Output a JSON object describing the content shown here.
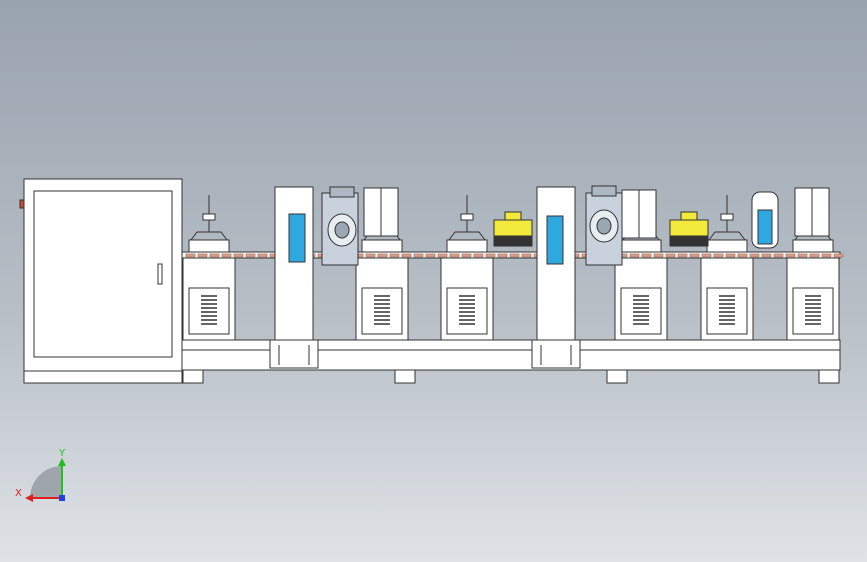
{
  "viewport": {
    "background_top": "#99a3ae",
    "background_bottom": "#dfe3e7"
  },
  "machine": {
    "line_color": "#333333",
    "body_color": "#ffffff",
    "roller_color": "#d9a08a",
    "blue_window_color": "#2fa8e0",
    "yellow_head_color": "#f2ea3a",
    "motor_color": "#c9d2dc",
    "stations": 7,
    "motors": 2
  },
  "triad": {
    "x_label": "X",
    "y_label": "Y",
    "x_color": "#e02020",
    "y_color": "#20c020",
    "z_color": "#2040e0"
  }
}
